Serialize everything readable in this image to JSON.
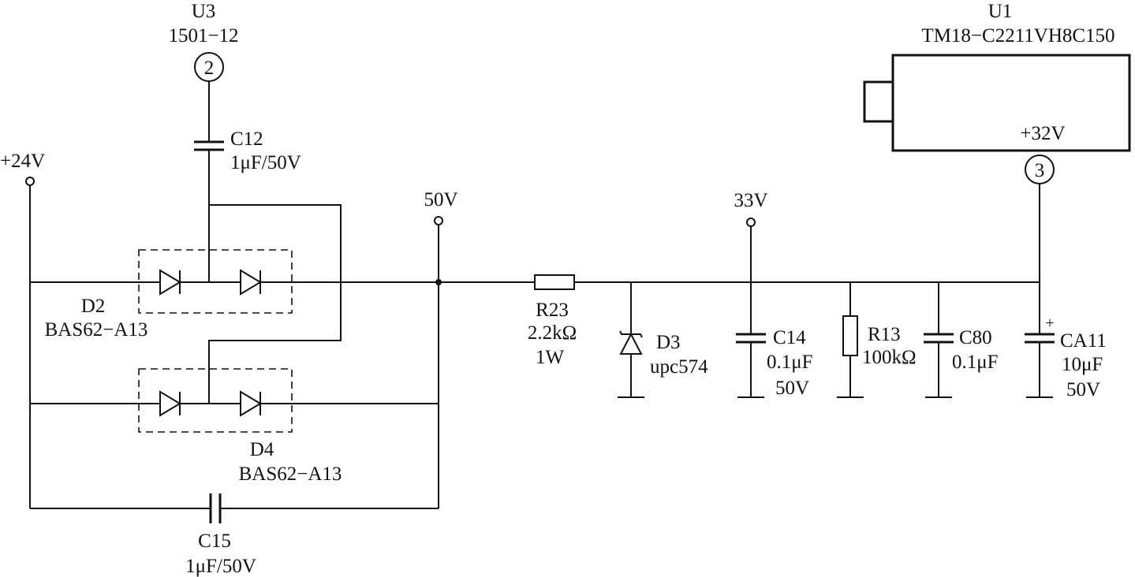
{
  "components": {
    "u3": {
      "ref": "U3",
      "part": "1501−12",
      "pin": "2"
    },
    "u1": {
      "ref": "U1",
      "part": "TM18−C2211VH8C150",
      "supply": "+32V",
      "pin": "3"
    },
    "c12": {
      "ref": "C12",
      "value": "1μF/50V"
    },
    "c15": {
      "ref": "C15",
      "value": "1μF/50V"
    },
    "d2": {
      "ref": "D2",
      "part": "BAS62−A13"
    },
    "d4": {
      "ref": "D4",
      "part": "BAS62−A13"
    },
    "r23": {
      "ref": "R23",
      "value": "2.2kΩ",
      "power": "1W"
    },
    "d3": {
      "ref": "D3",
      "part": "upc574"
    },
    "c14": {
      "ref": "C14",
      "value": "0.1μF",
      "voltage": "50V"
    },
    "r13": {
      "ref": "R13",
      "value": "100kΩ"
    },
    "c80": {
      "ref": "C80",
      "value": "0.1μF"
    },
    "ca11": {
      "ref": "CA11",
      "value": "10μF",
      "voltage": "50V",
      "polarity": "+"
    }
  },
  "nets": {
    "v24": "+24V",
    "v50": "50V",
    "v33": "33V"
  }
}
